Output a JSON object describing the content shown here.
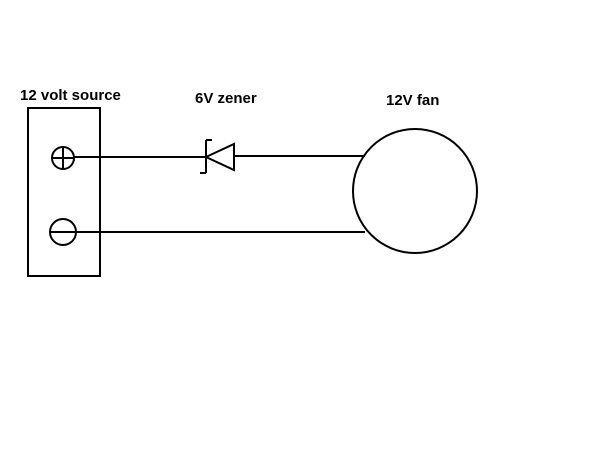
{
  "labels": {
    "source": "12 volt source",
    "zener": "6V zener",
    "fan": "12V fan"
  },
  "components": {
    "source": {
      "terminals": [
        "positive-terminal",
        "negative-terminal"
      ]
    },
    "zener": {
      "symbol": "zener-diode"
    },
    "fan": {
      "symbol": "circle"
    }
  },
  "colors": {
    "background": "#ffffff",
    "ink": "#000000"
  }
}
